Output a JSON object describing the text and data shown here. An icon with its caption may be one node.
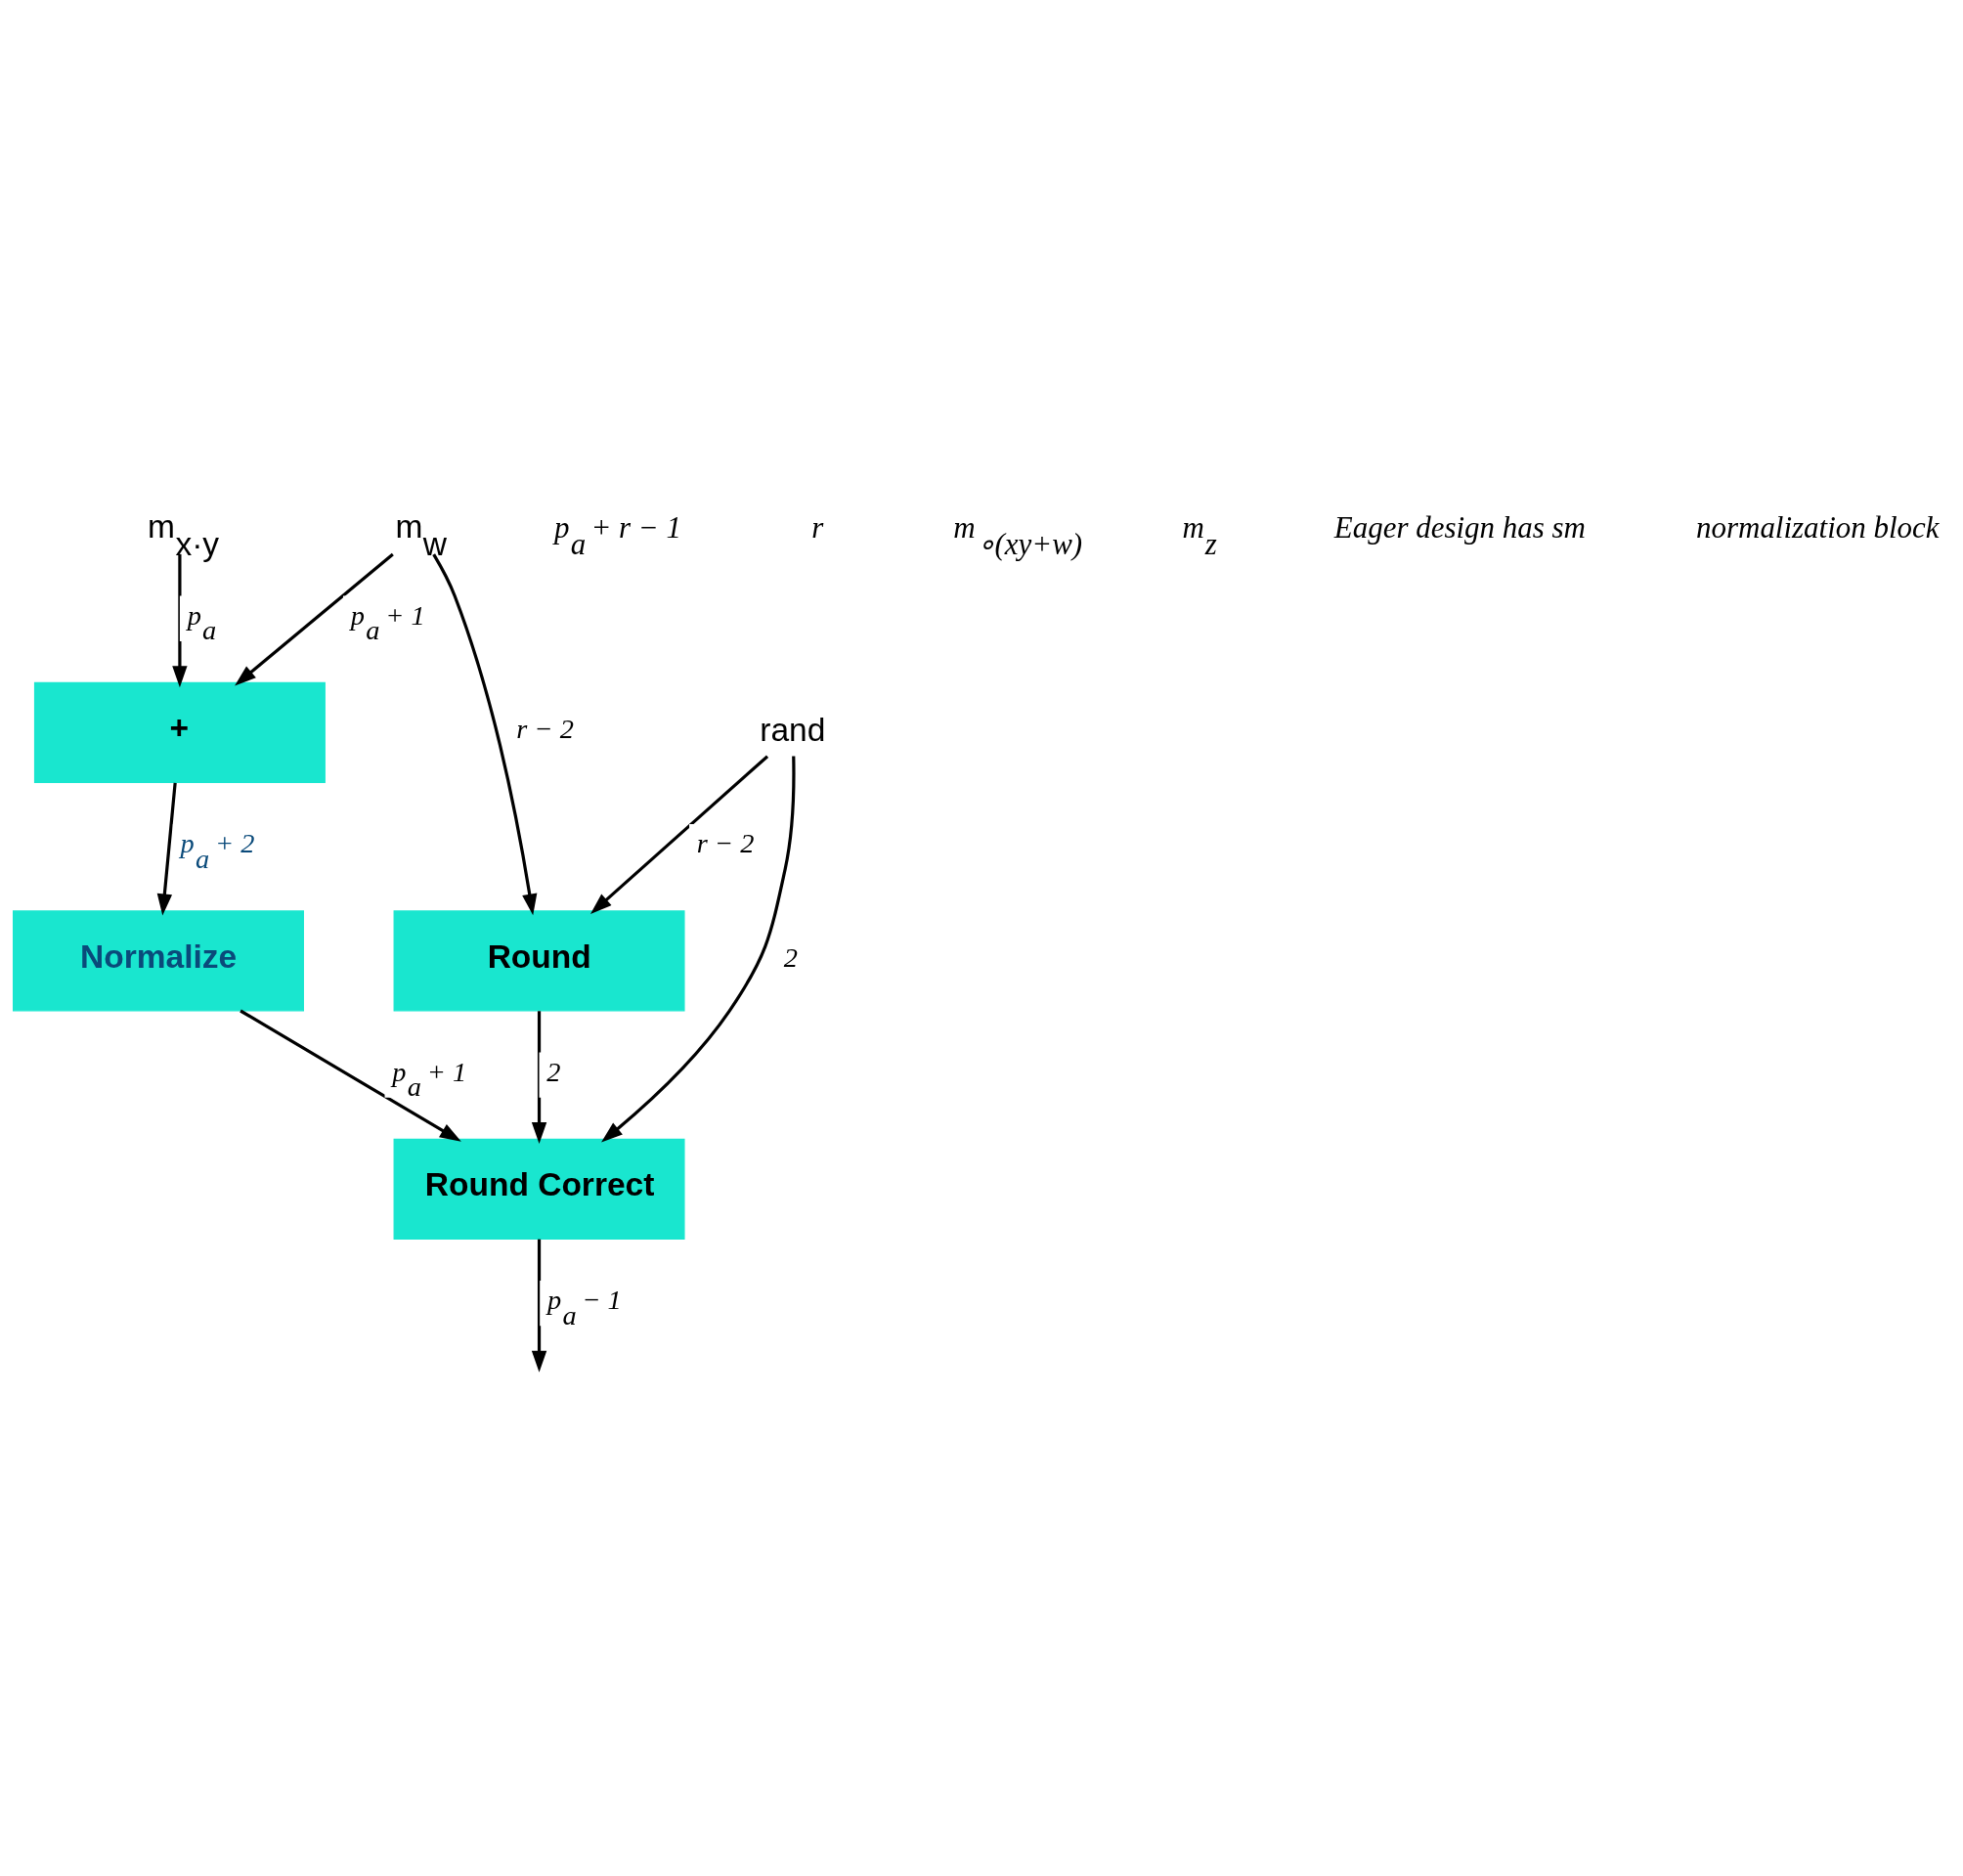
{
  "diagram": {
    "nodes": [
      {
        "text": [
          "m$_{x·y}$"
        ]
      },
      {
        "text": [
          "m$_{w}$"
        ]
      },
      {
        "text": [
          "+"
        ]
      },
      {
        "text": [
          "Normalize"
        ]
      },
      {
        "text": [
          "Round"
        ]
      },
      {
        "text": [
          "Round Correct"
        ]
      },
      {
        "text": [
          "rand"
        ]
      }
    ],
    "edges": [
      {
        "from": 0,
        "to": 2,
        "arrow": "to",
        "label": "p$_{a}$"
      },
      {
        "from": 1,
        "to": 2,
        "arrow": "to",
        "label": "p$_{a}$ + 1"
      },
      {
        "from": 1,
        "to": 4,
        "arrow": "to",
        "label": "r − 2"
      },
      {
        "from": 2,
        "to": 3,
        "arrow": "to",
        "label": "p$_{a}$ + 2"
      },
      {
        "from": 3,
        "to": 5,
        "arrow": "to",
        "label": "p$_{a}$ + 1"
      },
      {
        "from": 4,
        "to": 5,
        "arrow": "to",
        "label": "2"
      },
      {
        "from": 6,
        "to": 4,
        "arrow": "to",
        "label": "r − 2"
      },
      {
        "from": 6,
        "to": 5,
        "arrow": "to",
        "label": "2"
      },
      {
        "from": 5,
        "to": null,
        "arrow": "to",
        "label": "p$_{a}$ − 1"
      }
    ],
    "labels": [
      "p$_{a}$ + r − 1",
      "r",
      "m$_{∘(xy+w)}$",
      "m$_{z}$",
      "Eager design has sm",
      "normalization block"
    ]
  }
}
